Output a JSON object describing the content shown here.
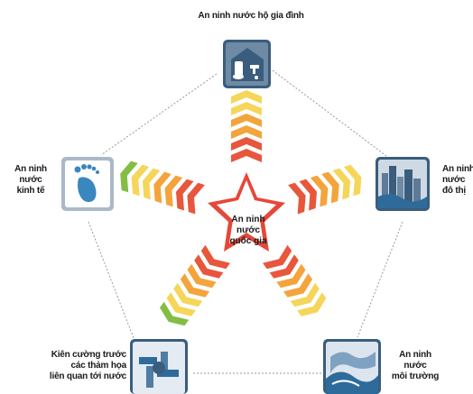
{
  "diagram": {
    "center": {
      "label": "An ninh\nnước\nquốc gia"
    },
    "nodes": [
      {
        "id": "household",
        "label": "An ninh nước hộ gia đình",
        "icon": "house-water-icon"
      },
      {
        "id": "urban",
        "label": "An ninh\nnước\nđô thị",
        "icon": "city-icon"
      },
      {
        "id": "environment",
        "label": "An ninh\nnước\nmôi trường",
        "icon": "river-icon"
      },
      {
        "id": "disaster",
        "label": "Kiên cường trước\ncác thảm họa\nliên quan tới nước",
        "icon": "joined-hands-icon"
      },
      {
        "id": "economic",
        "label": "An ninh\nnước\nkinh tế",
        "icon": "footprint-icon"
      }
    ],
    "colors": {
      "icon_bg": "#3a5d7e",
      "center_border": "#e5483a",
      "chevron_inner": "#e8563c",
      "chevron_mid": "#f4a43c",
      "chevron_yellow": "#f6d65a",
      "chevron_outer": "#84bd44",
      "connector": "#9a9a9a"
    }
  }
}
